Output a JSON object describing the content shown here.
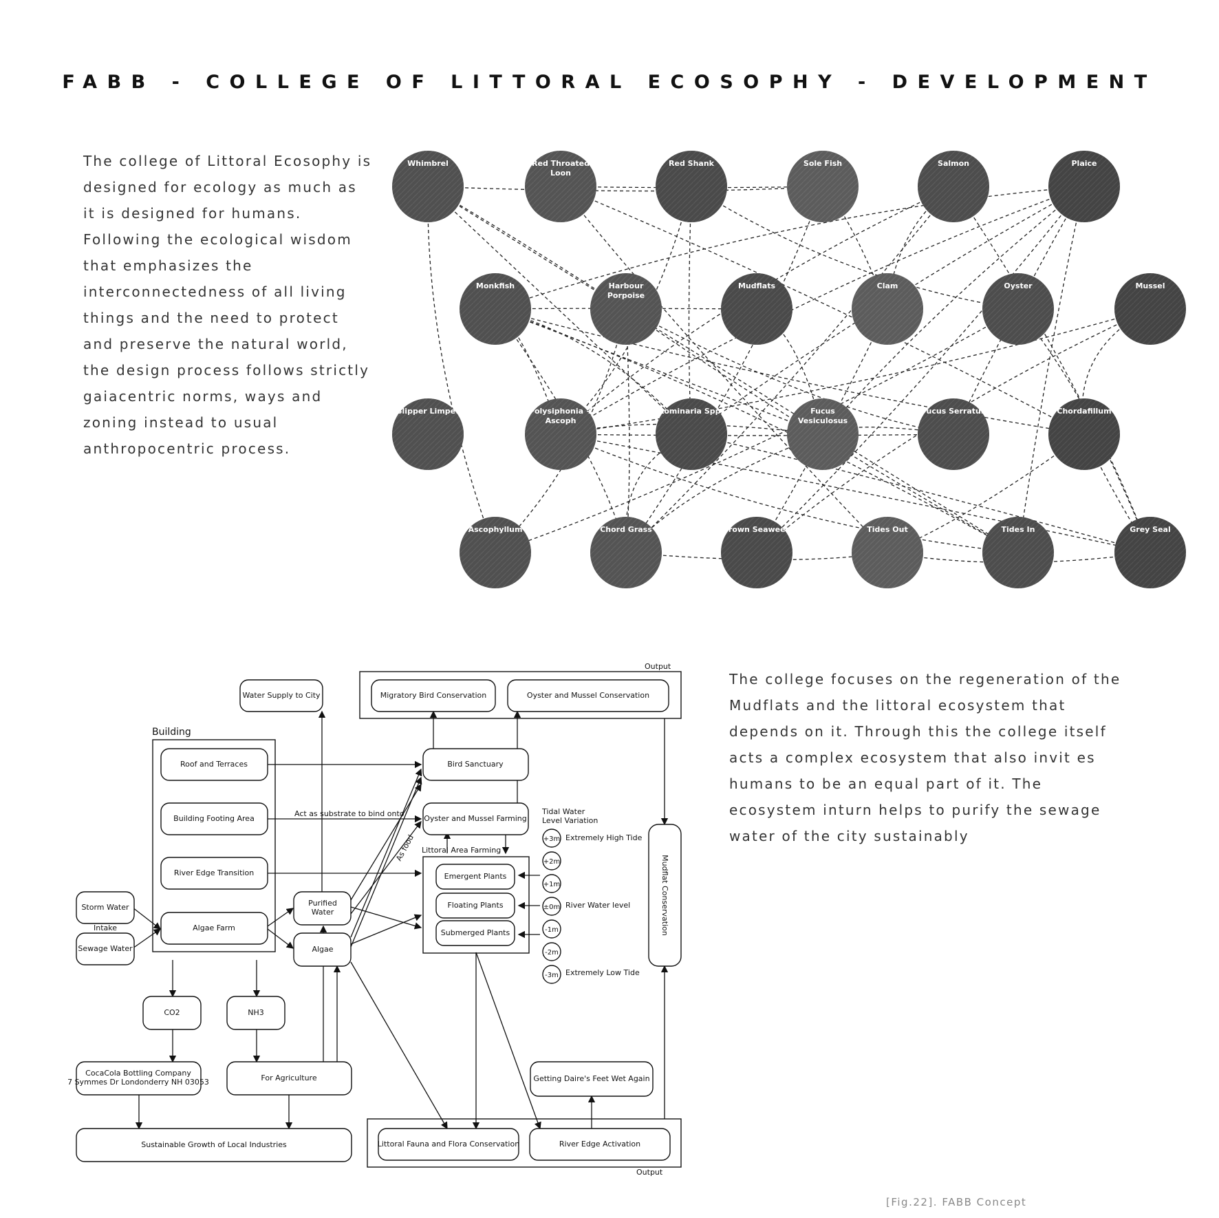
{
  "title": "FABB - COLLEGE OF LITTORAL ECOSOPHY - DEVELOPMENT",
  "intro_text": "The college of Littoral Ecosophy is designed for ecology as much as it is designed for humans. Following the ecological wisdom that emphasizes the interconnectedness of all living things and the need to protect and preserve the natural world, the design process follows strictly gaiacentric norms, ways and zoning instead to usual anthropocentric process.",
  "focus_text": "The college focuses on the regeneration of the Mudflats and the littoral ecosystem that depends on it. Through this the college itself acts a complex ecosystem that also invit es humans to be an equal part of it. The ecosystem inturn helps to purify the sewage water of the city sustainably",
  "caption": "[Fig.22]. FABB Concept",
  "species_rows": [
    [
      "Whimbrel",
      "Red Throated Loon",
      "Red Shank",
      "Sole Fish",
      "Salmon",
      "Plaice"
    ],
    [
      "Monkfish",
      "Harbour Porpoise",
      "Mudflats",
      "Clam",
      "Oyster",
      "Mussel"
    ],
    [
      "Slipper Limpet",
      "Polysiphonia + Ascoph",
      "Lominaria Spp.",
      "Fucus Vesiculosus",
      "Fucus Serratus",
      "Chordafillum"
    ],
    [
      "Ascophyllum",
      "Chord Grass",
      "Brown Seaweed",
      "Tides Out",
      "Tides In",
      "Grey Seal"
    ]
  ],
  "flow": {
    "building_label": "Building",
    "output_label": "Output",
    "boxes": {
      "water_supply": "Water Supply to City",
      "migratory": "Migratory Bird Conservation",
      "oyster_mussel_cons": "Oyster and Mussel Conservation",
      "roof": "Roof and Terraces",
      "footing": "Building Footing Area",
      "river_edge_transition": "River Edge Transition",
      "algae_farm": "Algae Farm",
      "storm": "Storm Water",
      "sewage": "Sewage Water",
      "purified_1": "Purified",
      "purified_2": "Water",
      "algae": "Algae",
      "bird_sanctuary": "Bird Sanctuary",
      "oyster_farming": "Oyster and Mussel Farming",
      "emergent": "Emergent Plants",
      "floating": "Floating Plants",
      "submerged": "Submerged Plants",
      "co2": "CO2",
      "nh3": "NH3",
      "cocacola_1": "CocaCola Bottling Company",
      "cocacola_2": "7 Symmes Dr Londonderry NH 03053",
      "agriculture": "For Agriculture",
      "sustainable": "Sustainable Growth of Local Industries",
      "littoral_cons": "Littoral Fauna and Flora Conservation",
      "river_activation": "River Edge Activation",
      "daires": "Getting Daire's Feet Wet Again",
      "mudflat_cons": "Mudflat Conservation"
    },
    "intake": "Intake",
    "substrate": "Act as substrate to bind onto",
    "as_food": "As food",
    "littoral_farming": "Littoral Area  Farming",
    "tidal_1": "Tidal Water",
    "tidal_2": "Level Variation",
    "tide_levels": [
      "+3m",
      "+2m",
      "+1m",
      "±0m",
      "-1m",
      "-2m",
      "-3m"
    ],
    "tide_notes": {
      "high": "Extremely High Tide",
      "river": "River Water level",
      "low": "Extremely Low Tide"
    }
  }
}
